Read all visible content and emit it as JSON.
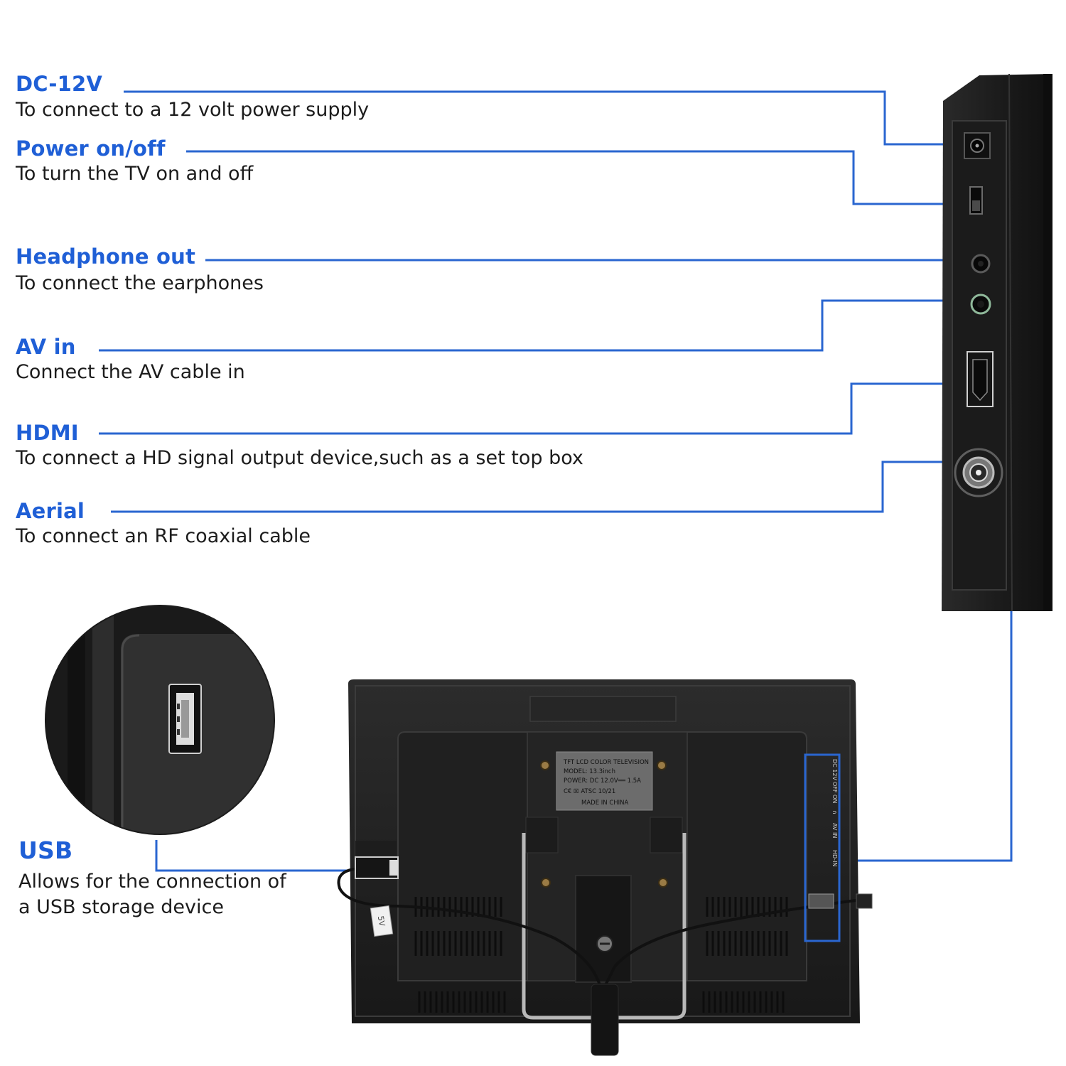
{
  "callouts": [
    {
      "title": "DC-12V",
      "desc": "To connect to a 12 volt power supply"
    },
    {
      "title": "Power on/off",
      "desc": "To turn the TV on and off"
    },
    {
      "title": "Headphone out",
      "desc": "To connect the earphones"
    },
    {
      "title": "AV in",
      "desc": "Connect the AV cable in"
    },
    {
      "title": "HDMI",
      "desc": "To connect a HD signal output device,such as a set top box"
    },
    {
      "title": "Aerial",
      "desc": "To connect an RF coaxial cable"
    }
  ],
  "usb": {
    "title": "USB",
    "desc_line1": "Allows for the connection of",
    "desc_line2": "a USB storage device"
  },
  "tv_label": {
    "line1": "TFT LCD COLOR TELEVISION",
    "line2": "MODEL:  13.3inch",
    "line3": "POWER: DC 12.0V══ 1.5A",
    "line4": "C€  ☒   ATSC   10/21",
    "line5": "MADE IN CHINA"
  },
  "side_port_labels": [
    "DC 12V",
    "OFF ON",
    "∩",
    "AV IN",
    "HD-IN"
  ],
  "cable_tag": "5V",
  "colors": {
    "accent": "#1f5fd6",
    "leader": "#2a66d0",
    "body": "#1e1e1e"
  }
}
